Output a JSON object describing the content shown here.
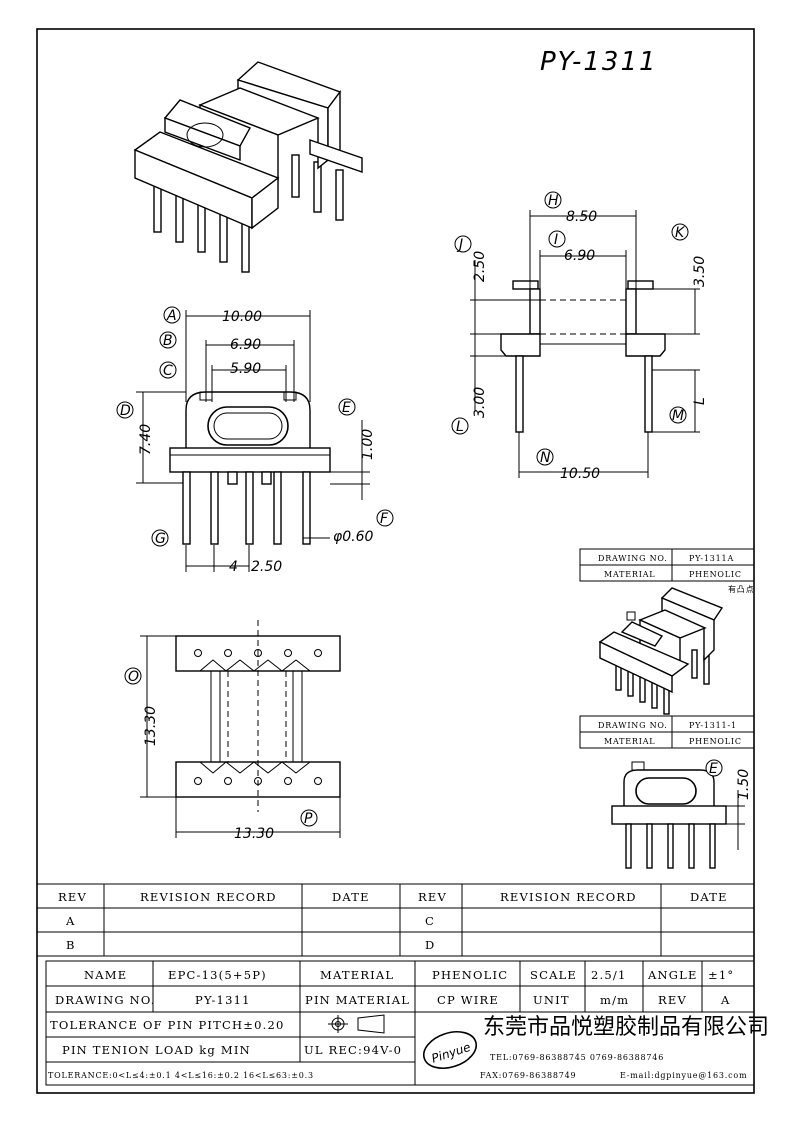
{
  "title": "PY-1311",
  "dimensions": {
    "A": "10.00",
    "B": "6.90",
    "C": "5.90",
    "D": "7.40",
    "E": "1.00",
    "F": "φ0.60",
    "pitch": "2.50",
    "pitch_count": "4",
    "H": "8.50",
    "I": "6.90",
    "J": "2.50",
    "K": "3.50",
    "L_val": "3.00",
    "L_sym": "L",
    "N": "10.50",
    "O": "13.30",
    "P": "13.30",
    "E2": "1.50"
  },
  "callouts": [
    "A",
    "B",
    "C",
    "D",
    "E",
    "F",
    "G",
    "H",
    "I",
    "J",
    "K",
    "L",
    "M",
    "N",
    "O",
    "P"
  ],
  "side_table1": {
    "drawing_no_label": "DRAWING NO.",
    "drawing_no": "PY-1311A",
    "material_label": "MATERIAL",
    "material": "PHENOLIC",
    "note": "有凸点"
  },
  "side_table2": {
    "drawing_no_label": "DRAWING NO.",
    "drawing_no": "PY-1311-1",
    "material_label": "MATERIAL",
    "material": "PHENOLIC"
  },
  "revision": {
    "rev_label": "REV",
    "record_label": "REVISION RECORD",
    "date_label": "DATE",
    "left_rows": [
      "A",
      "B"
    ],
    "right_rows": [
      "C",
      "D"
    ]
  },
  "title_block": {
    "name_label": "NAME",
    "name": "EPC-13(5+5P)",
    "material_label": "MATERIAL",
    "material": "PHENOLIC",
    "scale_label": "SCALE",
    "scale": "2.5/1",
    "angle_label": "ANGLE",
    "angle": "±1°",
    "drawing_no_label": "DRAWING NO.",
    "drawing_no": "PY-1311",
    "pin_material_label": "PIN MATERIAL",
    "pin_material": "CP WIRE",
    "unit_label": "UNIT",
    "unit": "m/m",
    "rev_label": "REV",
    "rev": "A",
    "tolerance_pin": "TOLERANCE OF PIN PITCH±0.20",
    "pin_load": "PIN TENION LOAD    kg MIN",
    "ul": "UL REC:94V-0",
    "tolerance": "TOLERANCE:0<L≤4:±0.1  4<L≤16:±0.2  16<L≤63:±0.3",
    "logo": "Pinyue",
    "company": "东莞市品悦塑胶制品有限公司",
    "tel": "TEL:0769-86388745    0769-86388746",
    "fax": "FAX:0769-86388749",
    "email": "E-mail:dgpinyue@163.com"
  }
}
